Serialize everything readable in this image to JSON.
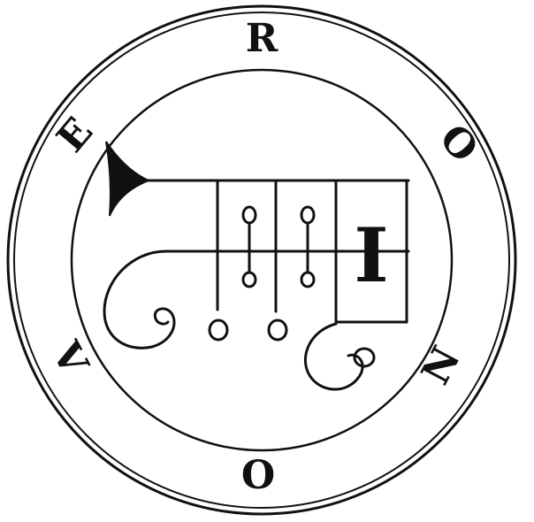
{
  "seal": {
    "ring_letters": {
      "top": "R",
      "upper_right": "O",
      "right": "N",
      "bottom": "O",
      "left": "V",
      "upper_left": "E"
    },
    "center_letter": "I"
  },
  "colors": {
    "ink": "#111111",
    "paper": "#ffffff"
  }
}
